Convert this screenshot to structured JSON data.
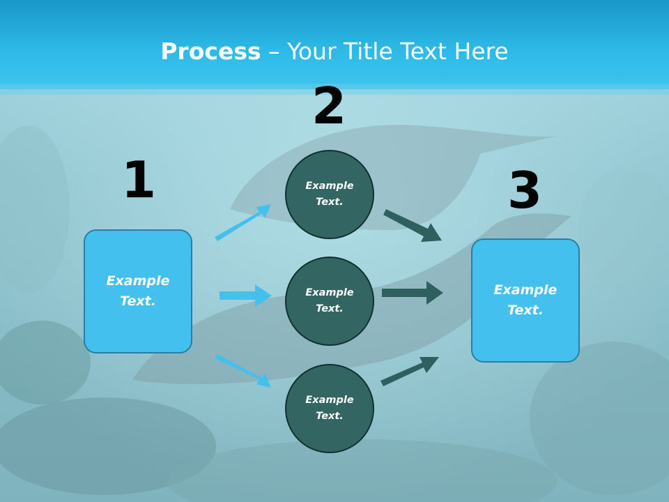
{
  "slide": {
    "title_bold": "Process",
    "title_rest": " – Your Title Text Here"
  },
  "steps": [
    {
      "number": "1",
      "label": "Example\nText."
    },
    {
      "number": "2"
    },
    {
      "number": "3",
      "label": "Example\nText."
    }
  ],
  "middle_nodes": [
    {
      "label": "Example\nText."
    },
    {
      "label": "Example\nText."
    },
    {
      "label": "Example\nText."
    }
  ],
  "colors": {
    "box_fill": "#44c0ee",
    "circle_fill": "#336563",
    "arrow_light": "#44c0ee",
    "arrow_dark": "#2f5f5e",
    "header_band": "#27b3e3"
  }
}
